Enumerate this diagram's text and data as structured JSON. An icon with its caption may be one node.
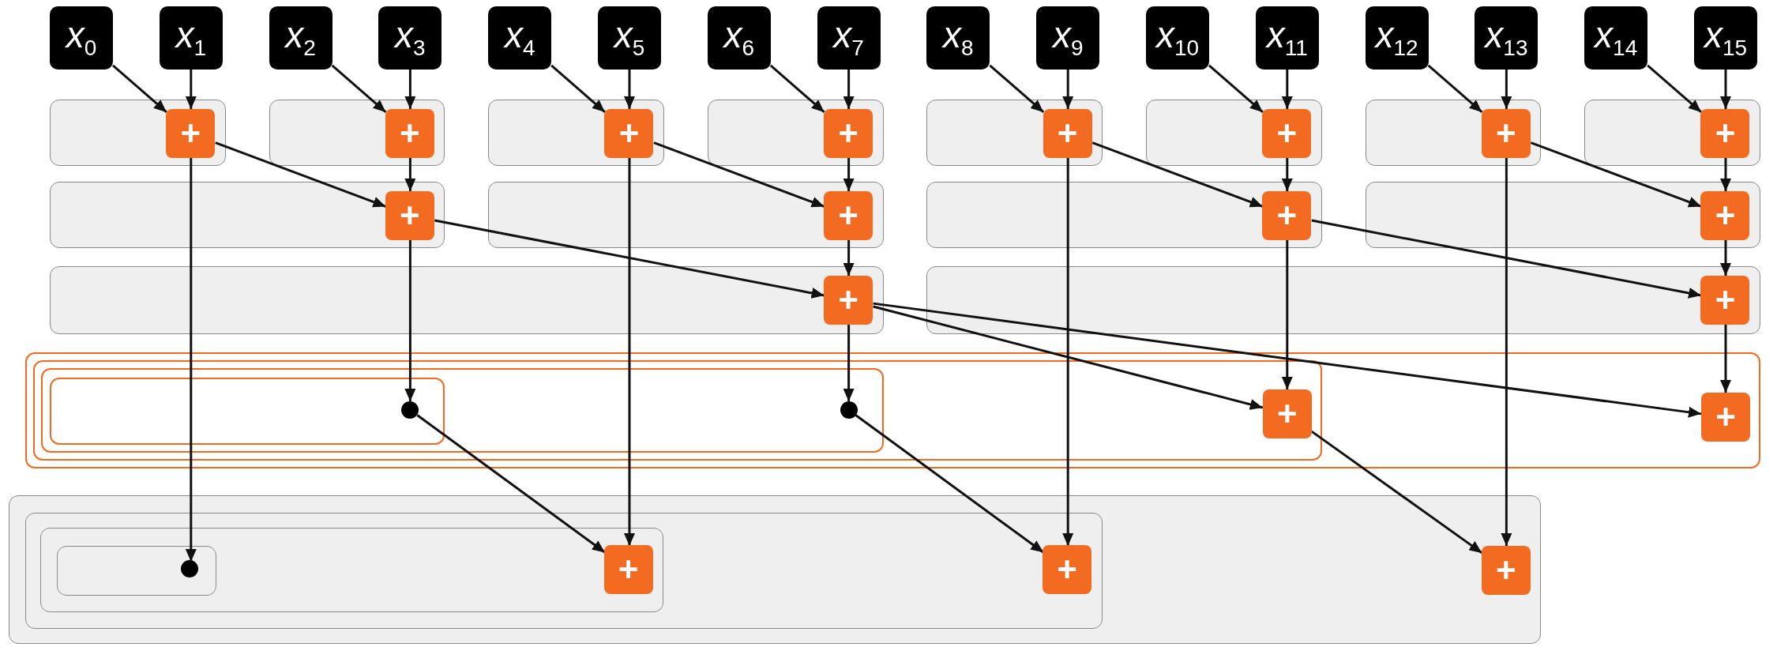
{
  "diagram": {
    "nodes": [
      {
        "text": [
          "x$_{0}$"
        ]
      },
      {
        "text": [
          "x$_{1}$"
        ]
      },
      {
        "text": [
          "x$_{2}$"
        ]
      },
      {
        "text": [
          "x$_{3}$"
        ]
      },
      {
        "text": [
          "x$_{4}$"
        ]
      },
      {
        "text": [
          "x$_{5}$"
        ]
      },
      {
        "text": [
          "x$_{6}$"
        ]
      },
      {
        "text": [
          "x$_{7}$"
        ]
      },
      {
        "text": [
          "x$_{8}$"
        ]
      },
      {
        "text": [
          "x$_{9}$"
        ]
      },
      {
        "text": [
          "x$_{10}$"
        ]
      },
      {
        "text": [
          "x$_{11}$"
        ]
      },
      {
        "text": [
          "x$_{12}$"
        ]
      },
      {
        "text": [
          "x$_{13}$"
        ]
      },
      {
        "text": [
          "x$_{14}$"
        ]
      },
      {
        "text": [
          "x$_{15}$"
        ]
      },
      {
        "text": [],
        "shape": "box"
      },
      {
        "text": [
          "+"
        ],
        "in": 16
      },
      {
        "text": [],
        "shape": "box"
      },
      {
        "text": [
          "+"
        ],
        "in": 18
      },
      {
        "text": [],
        "shape": "box"
      },
      {
        "text": [
          "+"
        ],
        "in": 20
      },
      {
        "text": [],
        "shape": "box"
      },
      {
        "text": [
          "+"
        ],
        "in": 22
      },
      {
        "text": [],
        "shape": "box"
      },
      {
        "text": [
          "+"
        ],
        "in": 24
      },
      {
        "text": [],
        "shape": "box"
      },
      {
        "text": [
          "+"
        ],
        "in": 26
      },
      {
        "text": [],
        "shape": "box"
      },
      {
        "text": [
          "+"
        ],
        "in": 28
      },
      {
        "text": [],
        "shape": "box"
      },
      {
        "text": [
          "+"
        ],
        "in": 30
      },
      {
        "text": [],
        "shape": "box"
      },
      {
        "text": [
          "+"
        ],
        "in": 32
      },
      {
        "text": [],
        "shape": "box"
      },
      {
        "text": [
          "+"
        ],
        "in": 34
      },
      {
        "text": [],
        "shape": "box"
      },
      {
        "text": [
          "+"
        ],
        "in": 36
      },
      {
        "text": [],
        "shape": "box"
      },
      {
        "text": [
          "+"
        ],
        "in": 38
      },
      {
        "text": [],
        "shape": "box"
      },
      {
        "text": [
          "+"
        ],
        "in": 40
      },
      {
        "text": [],
        "shape": "box"
      },
      {
        "text": [
          "+"
        ],
        "in": 42
      },
      {
        "text": [],
        "shape": "box"
      },
      {
        "text": [],
        "shape": "box",
        "in": 44
      },
      {
        "text": [],
        "shape": "box",
        "in": 45
      },
      {
        "text": [],
        "shape": "box",
        "in": 46
      },
      {
        "text": [],
        "shape": "circle",
        "in": 47
      },
      {
        "text": [],
        "shape": "circle",
        "in": 46
      },
      {
        "text": [
          "+"
        ],
        "in": 45
      },
      {
        "text": [
          "+"
        ],
        "in": 44
      },
      {
        "text": [],
        "shape": "box"
      },
      {
        "text": [],
        "shape": "box",
        "in": 52
      },
      {
        "text": [],
        "shape": "box",
        "in": 53
      },
      {
        "text": [],
        "shape": "box",
        "in": 54
      },
      {
        "text": [],
        "shape": "circle",
        "in": 55
      },
      {
        "text": [
          "+"
        ],
        "in": 54
      },
      {
        "text": [
          "+"
        ],
        "in": 53
      },
      {
        "text": [
          "+"
        ],
        "in": 52
      }
    ],
    "edges": [
      {
        "from": 0,
        "to": 17,
        "arrow": "to"
      },
      {
        "from": 1,
        "to": 17,
        "arrow": "to"
      },
      {
        "from": 2,
        "to": 19,
        "arrow": "to"
      },
      {
        "from": 3,
        "to": 19,
        "arrow": "to"
      },
      {
        "from": 4,
        "to": 21,
        "arrow": "to"
      },
      {
        "from": 5,
        "to": 21,
        "arrow": "to"
      },
      {
        "from": 6,
        "to": 23,
        "arrow": "to"
      },
      {
        "from": 7,
        "to": 23,
        "arrow": "to"
      },
      {
        "from": 8,
        "to": 25,
        "arrow": "to"
      },
      {
        "from": 9,
        "to": 25,
        "arrow": "to"
      },
      {
        "from": 10,
        "to": 27,
        "arrow": "to"
      },
      {
        "from": 11,
        "to": 27,
        "arrow": "to"
      },
      {
        "from": 12,
        "to": 29,
        "arrow": "to"
      },
      {
        "from": 13,
        "to": 29,
        "arrow": "to"
      },
      {
        "from": 14,
        "to": 31,
        "arrow": "to"
      },
      {
        "from": 15,
        "to": 31,
        "arrow": "to"
      },
      {
        "from": 17,
        "to": 33,
        "arrow": "to"
      },
      {
        "from": 19,
        "to": 33,
        "arrow": "to"
      },
      {
        "from": 21,
        "to": 35,
        "arrow": "to"
      },
      {
        "from": 23,
        "to": 35,
        "arrow": "to"
      },
      {
        "from": 25,
        "to": 37,
        "arrow": "to"
      },
      {
        "from": 27,
        "to": 37,
        "arrow": "to"
      },
      {
        "from": 29,
        "to": 39,
        "arrow": "to"
      },
      {
        "from": 31,
        "to": 39,
        "arrow": "to"
      },
      {
        "from": 17,
        "to": 56,
        "arrow": "to"
      },
      {
        "from": 21,
        "to": 57,
        "arrow": "to"
      },
      {
        "from": 25,
        "to": 58,
        "arrow": "to"
      },
      {
        "from": 29,
        "to": 59,
        "arrow": "to"
      },
      {
        "from": 33,
        "to": 41,
        "arrow": "to"
      },
      {
        "from": 35,
        "to": 41,
        "arrow": "to"
      },
      {
        "from": 37,
        "to": 43,
        "arrow": "to"
      },
      {
        "from": 39,
        "to": 43,
        "arrow": "to"
      },
      {
        "from": 33,
        "to": 48,
        "arrow": "to"
      },
      {
        "from": 37,
        "to": 50,
        "arrow": "to"
      },
      {
        "from": 41,
        "to": 49,
        "arrow": "to"
      },
      {
        "from": 41,
        "to": 50,
        "arrow": "to"
      },
      {
        "from": 41,
        "to": 51,
        "arrow": "to"
      },
      {
        "from": 43,
        "to": 51,
        "arrow": "to"
      },
      {
        "from": 48,
        "to": 57,
        "arrow": "to"
      },
      {
        "from": 49,
        "to": 58,
        "arrow": "to"
      },
      {
        "from": 50,
        "to": 59,
        "arrow": "to"
      }
    ]
  }
}
